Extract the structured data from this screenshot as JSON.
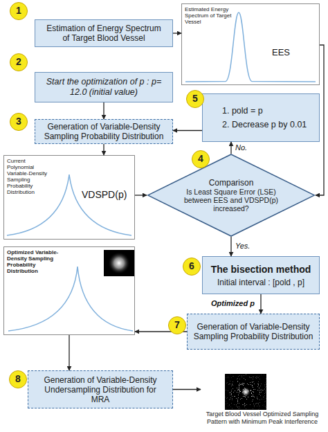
{
  "diagram": {
    "nodes": [
      {
        "text": [
          "Estimation of Energy Spectrum of Target Blood Vessel"
        ]
      },
      {
        "text": [
          "Estimated Energy Spectrum of Target Vessel",
          "EES"
        ]
      },
      {
        "text": [
          "Start the optimization of p : p= 12.0 (initial value)"
        ]
      },
      {
        "text": [
          "Generation of Variable-Density Sampling Probability Distribution"
        ]
      },
      {
        "text": [
          "1. pold = p",
          "2. Decrease p by 0.01"
        ]
      },
      {
        "text": [
          "Current Polynomial Variable-Density Sampling Probability Distribution",
          "VDSPD(p)"
        ]
      },
      {
        "text": [
          "Comparison",
          "Is Least Square Error (LSE) between EES and VDSPD(p) increased?"
        ]
      },
      {
        "text": [
          "The bisection method",
          "Initial interval : [pold , p]"
        ]
      },
      {
        "text": [
          "Optimized Variable-Density Sampling Probability Distribution"
        ]
      },
      {
        "text": [
          "Generation of Variable-Density Sampling Probability Distribution"
        ]
      },
      {
        "text": [
          "Generation of Variable-Density Undersampling Distribution for MRA"
        ]
      },
      {
        "text": [
          "Target Blood Vessel Optimized Sampling Pattern with Minimum Peak Interference"
        ]
      }
    ],
    "edges": [
      {
        "from": 0,
        "to": 1,
        "arrow": "to"
      },
      {
        "from": 2,
        "to": 3,
        "arrow": "to"
      },
      {
        "from": 1,
        "to": 6,
        "arrow": "to"
      },
      {
        "from": 4,
        "to": 3,
        "arrow": "to"
      },
      {
        "from": 6,
        "to": 4,
        "label": "No.",
        "arrow": "to"
      },
      {
        "from": 3,
        "to": 5,
        "arrow": "to"
      },
      {
        "from": 5,
        "to": 6,
        "arrow": "to"
      },
      {
        "from": 6,
        "to": 7,
        "label": "Yes.",
        "arrow": "to"
      },
      {
        "from": 7,
        "to": 9,
        "label": "Optimized p",
        "arrow": "to"
      },
      {
        "from": 9,
        "to": 8,
        "arrow": "to"
      },
      {
        "from": 8,
        "to": 10,
        "arrow": "to"
      },
      {
        "from": 10,
        "to": 11,
        "arrow": "to"
      }
    ],
    "labels": [
      "1",
      "2",
      "3",
      "4",
      "5",
      "6",
      "7",
      "8"
    ]
  }
}
